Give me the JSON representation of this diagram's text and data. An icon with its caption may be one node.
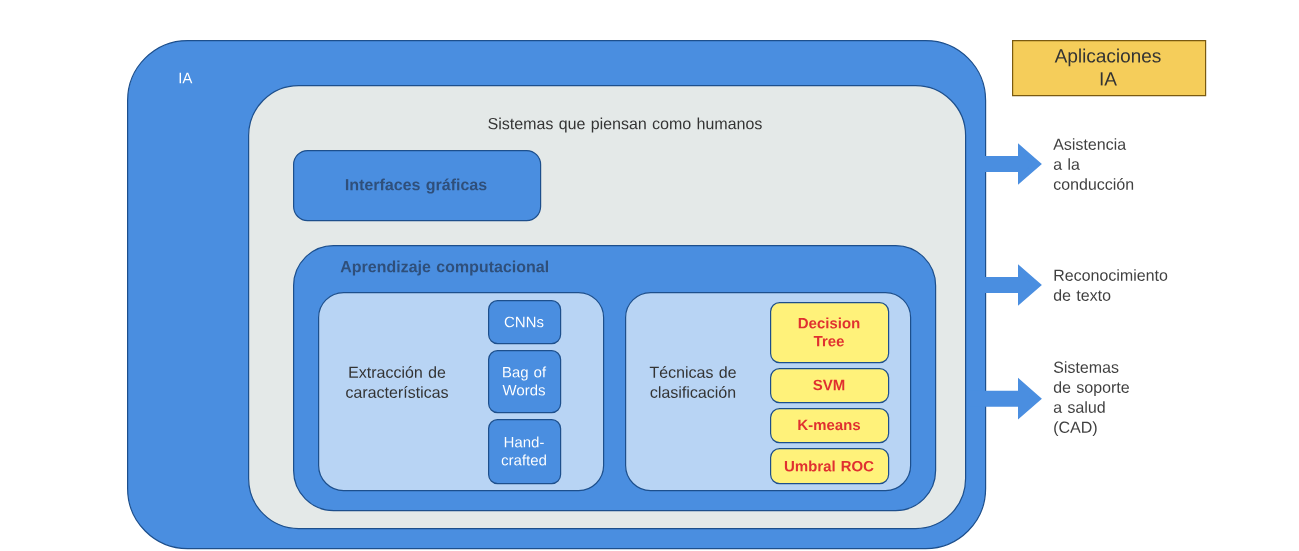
{
  "diagram": {
    "nodes": [
      {
        "text": [
          "IA"
        ]
      },
      {
        "text": [
          "Sistemas que piensan como humanos"
        ],
        "in": 0
      },
      {
        "text": [
          "Interfaces gráficas"
        ],
        "in": 1
      },
      {
        "text": [
          "Aprendizaje computacional"
        ],
        "in": 1
      },
      {
        "text": [
          "Extracción de características"
        ],
        "in": 3
      },
      {
        "text": [
          "CNNs"
        ],
        "in": 4
      },
      {
        "text": [
          "Bag of Words"
        ],
        "in": 4
      },
      {
        "text": [
          "Hand-crafted"
        ],
        "in": 4
      },
      {
        "text": [
          "Técnicas de clasificación"
        ],
        "in": 3
      },
      {
        "text": [
          "Decision Tree"
        ],
        "in": 8
      },
      {
        "text": [
          "SVM"
        ],
        "in": 8
      },
      {
        "text": [
          "K-means"
        ],
        "in": 8
      },
      {
        "text": [
          "Umbral ROC"
        ],
        "in": 8
      },
      {
        "text": [
          "Aplicaciones IA"
        ]
      },
      {
        "text": [
          "Asistencia a la conducción"
        ]
      },
      {
        "text": [
          "Reconocimiento de texto"
        ]
      },
      {
        "text": [
          "Sistemas de soporte a salud (CAD)"
        ]
      }
    ],
    "edges": [
      {
        "from": 0,
        "to": 14,
        "arrow": "to"
      },
      {
        "from": 0,
        "to": 15,
        "arrow": "to"
      },
      {
        "from": 0,
        "to": 16,
        "arrow": "to"
      }
    ]
  }
}
